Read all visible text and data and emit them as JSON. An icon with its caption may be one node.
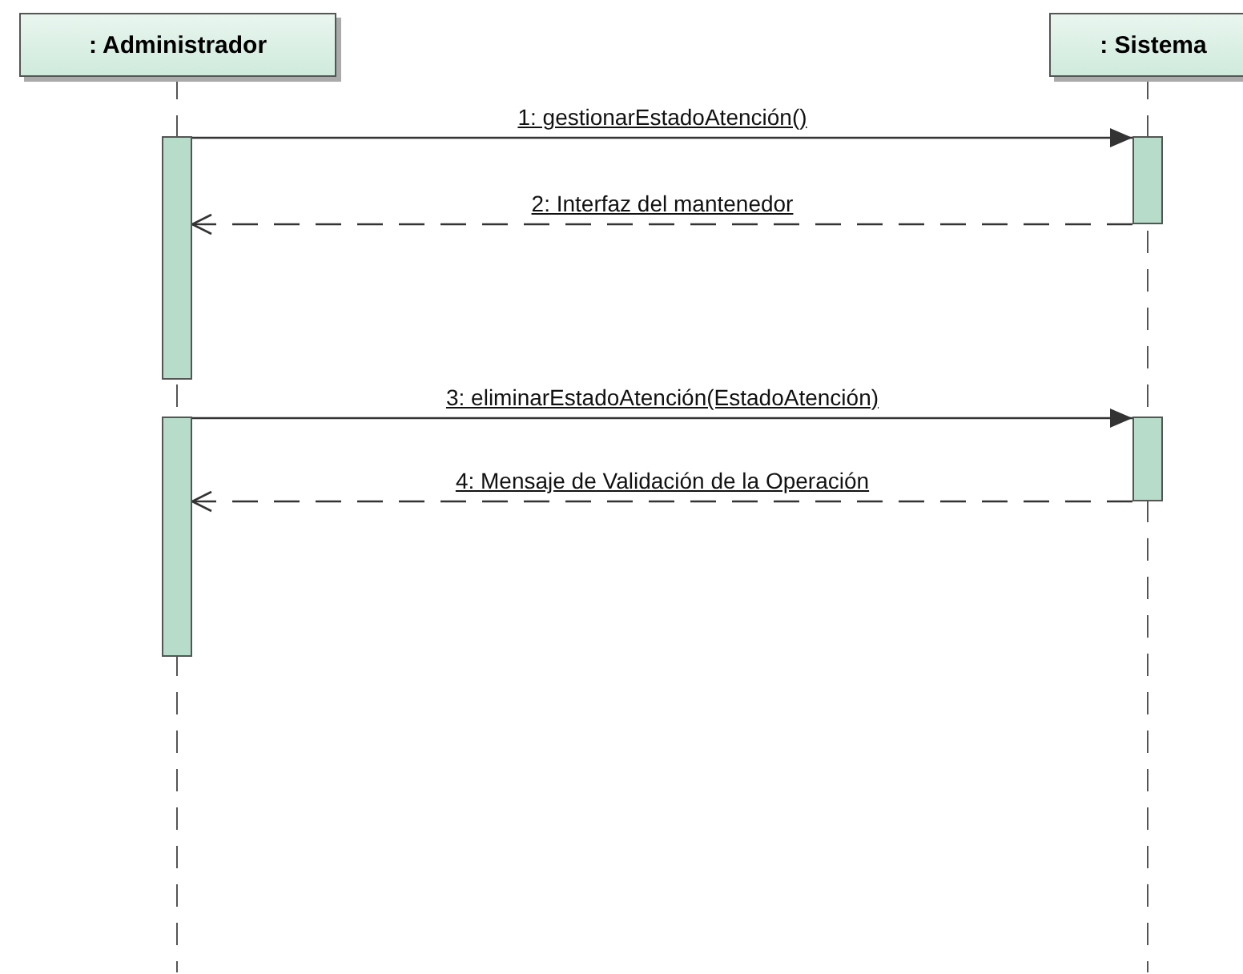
{
  "diagram": {
    "nodes": [
      {
        "text": [
          ": Administrador"
        ]
      },
      {
        "text": [
          ": Sistema"
        ]
      },
      {
        "text": [],
        "shape": "bar"
      },
      {
        "text": [],
        "shape": "bar"
      },
      {
        "text": [],
        "shape": "bar"
      },
      {
        "text": [],
        "shape": "bar"
      }
    ],
    "edges": [
      {
        "from": 2,
        "to": 3,
        "arrow": "to",
        "label": "1: gestionarEstadoAtención()"
      },
      {
        "from": 3,
        "to": 2,
        "arrow": "to",
        "label": "2: Interfaz del mantenedor",
        "style": "dashed"
      },
      {
        "from": 4,
        "to": 5,
        "arrow": "to",
        "label": "3: eliminarEstadoAtención(EstadoAtención)"
      },
      {
        "from": 5,
        "to": 4,
        "arrow": "to",
        "label": "4: Mensaje de Validación de la Operación",
        "style": "dashed"
      }
    ]
  }
}
